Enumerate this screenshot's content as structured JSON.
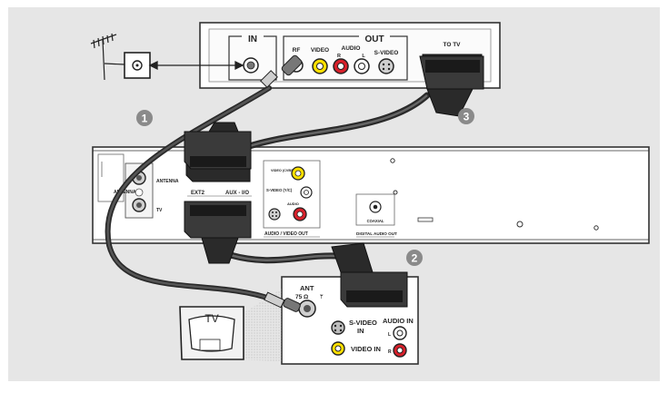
{
  "vcr_panel": {
    "in_label": "IN",
    "out_label": "OUT",
    "rf_label": "RF",
    "video_label": "VIDEO",
    "audio_label": "AUDIO",
    "r_label": "R",
    "l_label": "L",
    "svideo_label": "S-VIDEO",
    "totv_label": "TO TV"
  },
  "recorder_panel": {
    "antenna_in_label": "ANTENNA",
    "antenna_label": "ANTENNA",
    "tv_label": "TV",
    "ext2_label": "EXT2",
    "aux_io_label": "AUX - I/O",
    "ext1_partial_label": "O",
    "video_cvbs_label": "VIDEO (CVBS)",
    "svideo_yc_label": "S-VIDEO (Y/C)",
    "audio_small_label": "AUDIO",
    "av_out_label": "AUDIO / VIDEO OUT",
    "coaxial_label": "COAXIAL",
    "digital_out_label": "DIGITAL AUDIO OUT"
  },
  "tv_panel": {
    "ant_label": "ANT",
    "ohm_label": "75 Ω",
    "svideo_in_label1": "S-VIDEO",
    "svideo_in_label2": "IN",
    "audio_in_label": "AUDIO IN",
    "l_label": "L",
    "r_label": "R",
    "video_in_label": "VIDEO IN",
    "tv_icon_label": "TV"
  },
  "steps": [
    "1",
    "2",
    "3"
  ],
  "colors": {
    "background": "#e6e6e6",
    "yellow_jack": "#ffe000",
    "red_jack": "#d8202a",
    "step_badge": "#8a8a8a",
    "cable": "#2a2a2a"
  }
}
